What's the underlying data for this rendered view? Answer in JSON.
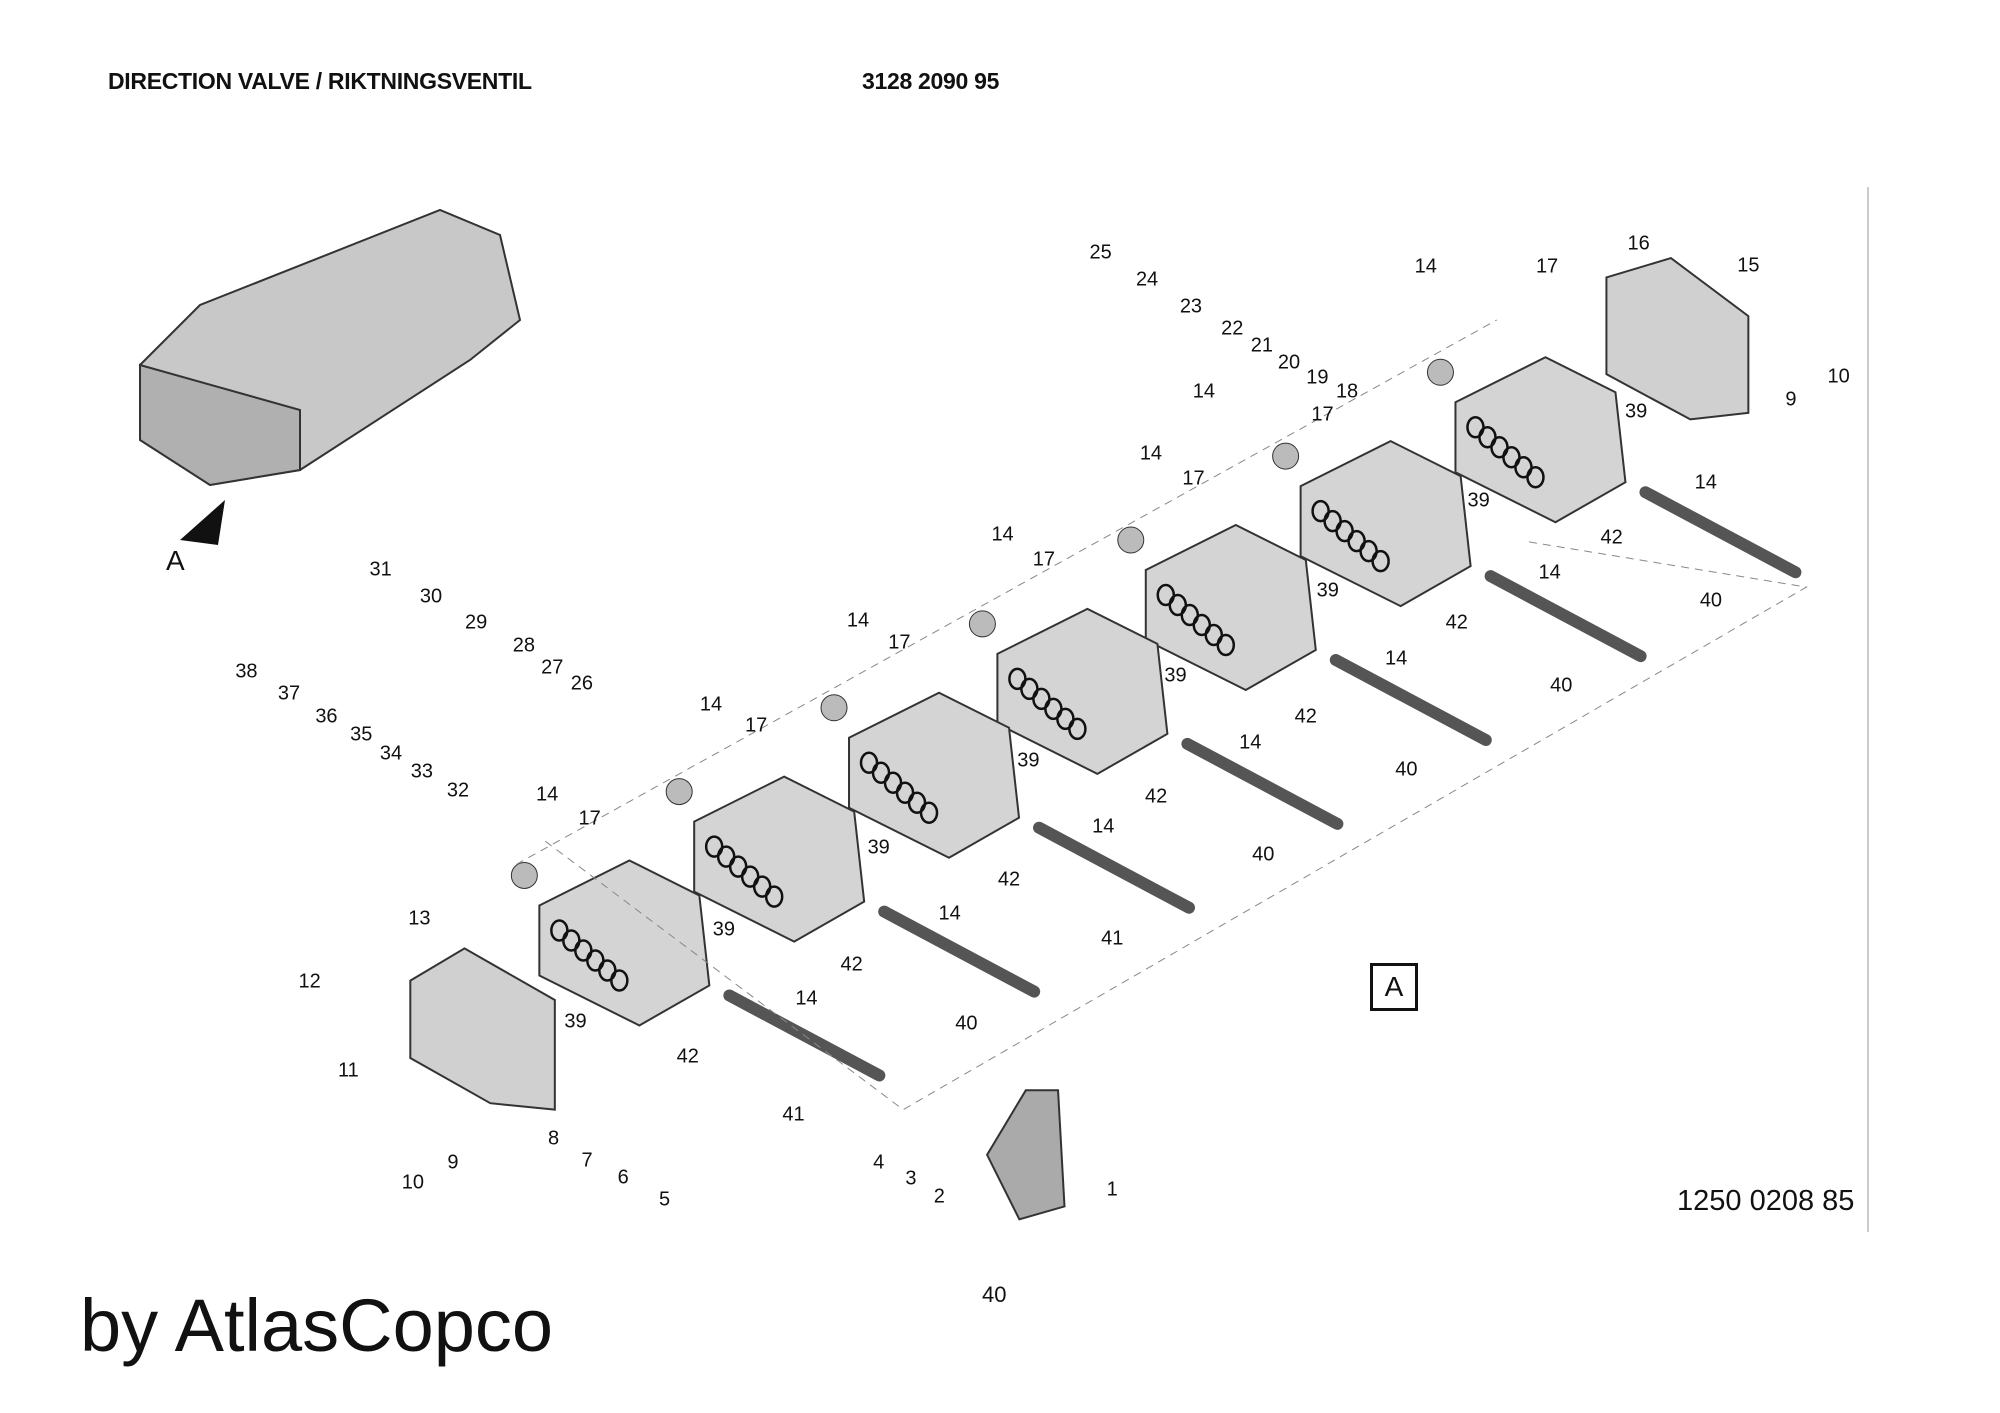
{
  "header": {
    "title": "DIRECTION VALVE / RIKTNINGSVENTIL",
    "part_number": "3128 2090 95"
  },
  "diagram": {
    "view_label": "A",
    "view_box_label": "A",
    "drawing_number": "1250 0208 85",
    "callouts": [
      "25",
      "24",
      "23",
      "22",
      "21",
      "20",
      "19",
      "18",
      "14",
      "17",
      "16",
      "15",
      "10",
      "9",
      "39",
      "14",
      "42",
      "40",
      "14",
      "17",
      "39",
      "14",
      "42",
      "40",
      "14",
      "17",
      "39",
      "14",
      "42",
      "40",
      "14",
      "17",
      "39",
      "14",
      "42",
      "40",
      "14",
      "17",
      "39",
      "14",
      "42",
      "41",
      "14",
      "17",
      "39",
      "14",
      "42",
      "40",
      "14",
      "17",
      "39",
      "14",
      "42",
      "41",
      "31",
      "30",
      "29",
      "28",
      "27",
      "26",
      "38",
      "37",
      "36",
      "35",
      "34",
      "33",
      "32",
      "13",
      "12",
      "11",
      "10",
      "9",
      "8",
      "7",
      "6",
      "5",
      "4",
      "3",
      "2",
      "1",
      "39"
    ]
  },
  "footer": {
    "page_number": "40",
    "brand": "by AtlasCopco"
  }
}
